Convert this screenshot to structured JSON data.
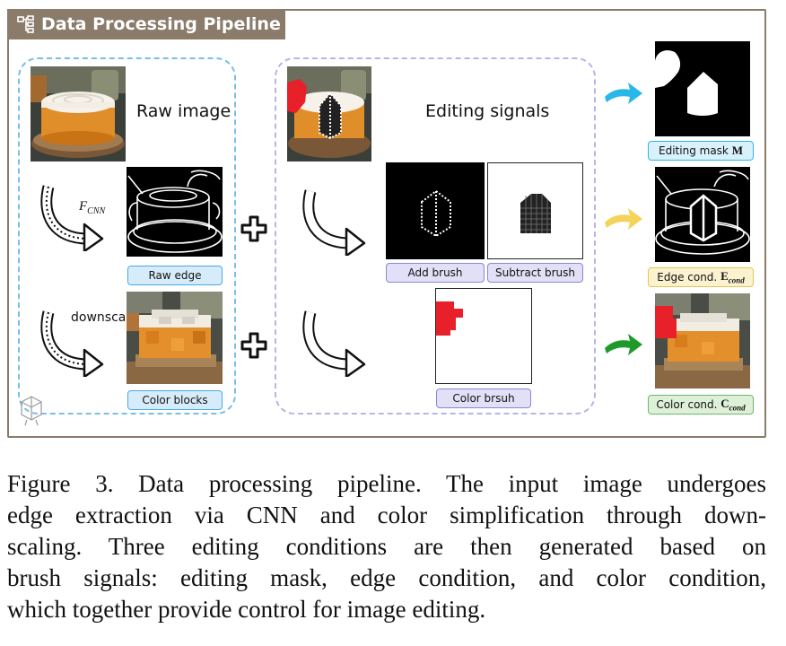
{
  "header": {
    "title": "Data Processing Pipeline",
    "icon": "pipeline-icon"
  },
  "left_panel": {
    "raw_image_label": "Raw image",
    "cnn_label_main": "F",
    "cnn_label_sub": "CNN",
    "downscale_label": "downscale",
    "raw_edge_caption": "Raw edge",
    "color_blocks_caption": "Color blocks"
  },
  "middle_panel": {
    "editing_signals_label": "Editing signals",
    "add_brush_caption": "Add brush",
    "subtract_brush_caption": "Subtract brush",
    "color_brush_caption": "Color brsuh"
  },
  "outputs": {
    "editing_mask_text": "Editing mask ",
    "editing_mask_bold": "M",
    "edge_cond_text": "Edge cond. ",
    "edge_cond_bold": "E",
    "edge_cond_sub": "cond",
    "color_cond_text": "Color cond. ",
    "color_cond_bold": "C",
    "color_cond_sub": "cond"
  },
  "colors": {
    "frame": "#8b7b6b",
    "left_dash": "#78bfe6",
    "mid_dash": "#b9b4e8",
    "arrow_cyan": "#29b6e8",
    "arrow_yellow": "#f3d35a",
    "arrow_green": "#1f9a2a",
    "brush_red": "#e8202a"
  },
  "caption": {
    "lines": [
      "Figure 3.  Data processing pipeline.  The input image undergoes",
      "edge extraction via CNN and color simplification through down-",
      "scaling.  Three editing conditions are then generated based on",
      "brush signals: editing mask, edge condition, and color condition,",
      "which together provide control for image editing."
    ]
  }
}
